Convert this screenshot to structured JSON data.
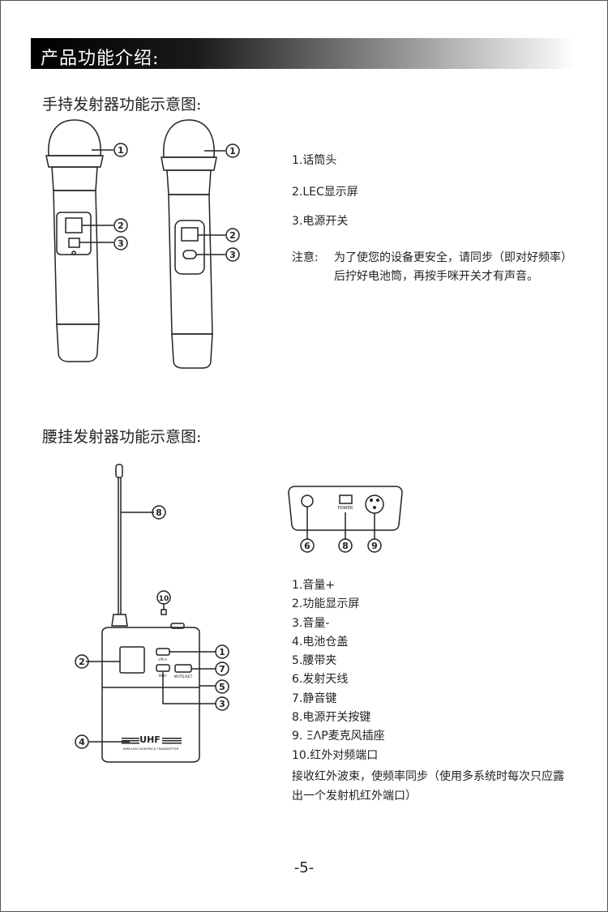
{
  "section": {
    "title": "产品功能介绍:"
  },
  "handheld": {
    "heading": "手持发射器功能示意图:",
    "callouts": [
      "1",
      "2",
      "3",
      "1",
      "2",
      "3"
    ],
    "items": [
      "1.话筒头",
      "2.LEC显示屏",
      "3.电源开关"
    ],
    "note_label": "注意:",
    "note_text": "为了使您的设备更安全，请同步（即对好频率）后拧好电池筒，再按手咪开关才有声音。"
  },
  "bodypack": {
    "heading": "腰挂发射器功能示意图:",
    "callouts": [
      "8",
      "10",
      "1",
      "2",
      "7",
      "5",
      "3",
      "4",
      "6",
      "8",
      "9"
    ],
    "device_labels": {
      "up": "UP/+",
      "down": "DW/-",
      "mute": "MUTE/SET",
      "brand": "UHF",
      "model": "WIRELESS BODYPACK TRANSMITTER",
      "power": "POWER"
    },
    "items": [
      "1.音量+",
      "2.功能显示屏",
      "3.音量-",
      "4.电池仓盖",
      "5.腰带夹",
      "6.发射天线",
      "7.静音键",
      "8.电源开关按键",
      "9. ΞΛP麦克风插座",
      "10.红外对频端口"
    ],
    "note": "接收红外波束，使频率同步（使用多系统时每次只应露出一个发射机红外端口）"
  },
  "page_number": "-5-"
}
